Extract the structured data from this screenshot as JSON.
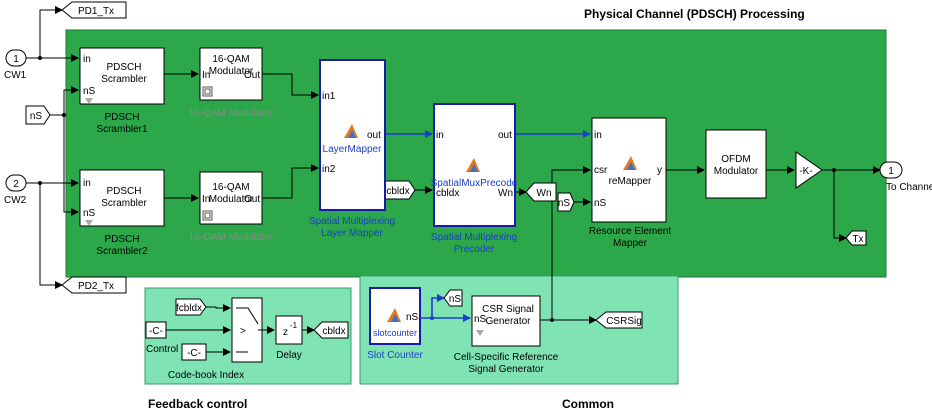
{
  "titles": {
    "main": "Physical Channel (PDSCH) Processing",
    "feedback": "Feedback control",
    "common": "Common"
  },
  "colors": {
    "subsystem_fill": "#2ca84a",
    "subsystem_light": "#7fe3b4",
    "wire_blue": "#1a3fc8"
  },
  "ports": {
    "in1_num": "1",
    "in1_name": "CW1",
    "in2_num": "2",
    "in2_name": "CW2",
    "out1_num": "1",
    "out1_name": "To Channel"
  },
  "gotos": {
    "pd1": "PD1_Tx",
    "pd2": "PD2_Tx",
    "cbldx": "cbldx",
    "wn": "Wn",
    "tx": "Tx",
    "csrsig": "CSRSig",
    "ns_goto": "nS"
  },
  "froms": {
    "ns_left": "nS",
    "ns_remap": "nS",
    "fcbldx": "fcbldx",
    "cbldx_in": "cbldx"
  },
  "blocks": {
    "scr1": {
      "line1": "PDSCH",
      "line2": "Scrambler",
      "in1": "in",
      "in2": "nS",
      "cap1": "PDSCH",
      "cap2": "Scrambler1"
    },
    "scr2": {
      "line1": "PDSCH",
      "line2": "Scrambler",
      "in1": "in",
      "in2": "nS",
      "cap1": "PDSCH",
      "cap2": "Scrambler2"
    },
    "mod1": {
      "line1": "16-QAM",
      "line2": "Modulator",
      "in": "In",
      "out": "Out",
      "cap": "16-QAM Modulator"
    },
    "mod2": {
      "line1": "16-QAM",
      "line2": "Modulator",
      "in": "In",
      "out": "Out",
      "cap": "16-QAM Modulator"
    },
    "layer": {
      "name": "LayerMapper",
      "in1": "in1",
      "in2": "in2",
      "out": "out",
      "cap1": "Spatial Multiplexing",
      "cap2": "Layer Mapper"
    },
    "precoder": {
      "name": "SpatialMuxPrecode",
      "in": "in",
      "in2": "cbldx",
      "out": "out",
      "out2": "Wn",
      "cap1": "Spatial Multiplexing",
      "cap2": "Precoder"
    },
    "remap": {
      "name": "reMapper",
      "in": "in",
      "in2": "csr",
      "in3": "nS",
      "out": "y",
      "cap1": "Resource Element",
      "cap2": "Mapper"
    },
    "ofdm": {
      "line1": "OFDM",
      "line2": "Modulator"
    },
    "gain": {
      "label": "-K-"
    },
    "slot": {
      "name": "slotcounter",
      "out": "nS",
      "cap": "Slot Counter"
    },
    "csrgen": {
      "line1": "CSR Signal",
      "line2": "Generator",
      "in": "nS",
      "cap1": "Cell-Specific Reference",
      "cap2": "Signal Generator"
    },
    "switch": {
      "op": ">"
    },
    "delay": {
      "label": "z",
      "exp": "-1",
      "cap": "Delay"
    },
    "const1": {
      "label": "-C-",
      "cap": "Control"
    },
    "const2": {
      "label": "-C-"
    },
    "cbindex_cap": "Code-book Index"
  }
}
